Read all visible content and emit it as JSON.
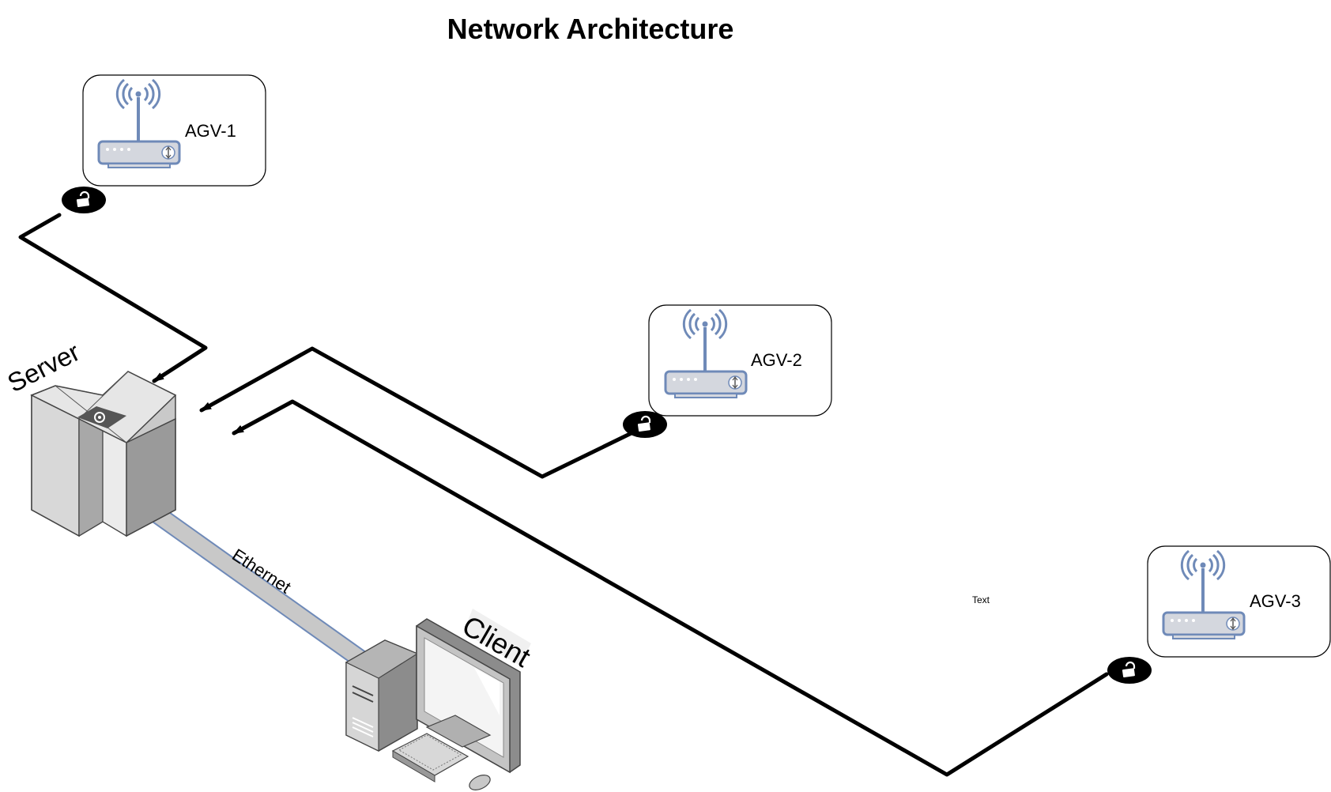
{
  "title": "Network Architecture",
  "nodes": {
    "agv1": {
      "label": "AGV-1",
      "icon": "wireless-router-icon"
    },
    "agv2": {
      "label": "AGV-2",
      "icon": "wireless-router-icon"
    },
    "agv3": {
      "label": "AGV-3",
      "icon": "wireless-router-icon"
    },
    "server": {
      "label": "Server",
      "icon": "server-icon"
    },
    "client": {
      "label": "Client",
      "icon": "workstation-icon"
    }
  },
  "links": {
    "ethernet": {
      "label": "Ethernet"
    },
    "encryption_icon": "lock-icon"
  },
  "free_text": "Text",
  "colors": {
    "line": "#000000",
    "router_blue": "#6f8ab8",
    "router_body": "#d4d7de",
    "cable_fill": "#c8c8c8",
    "cable_edge": "#6f8ab8"
  }
}
